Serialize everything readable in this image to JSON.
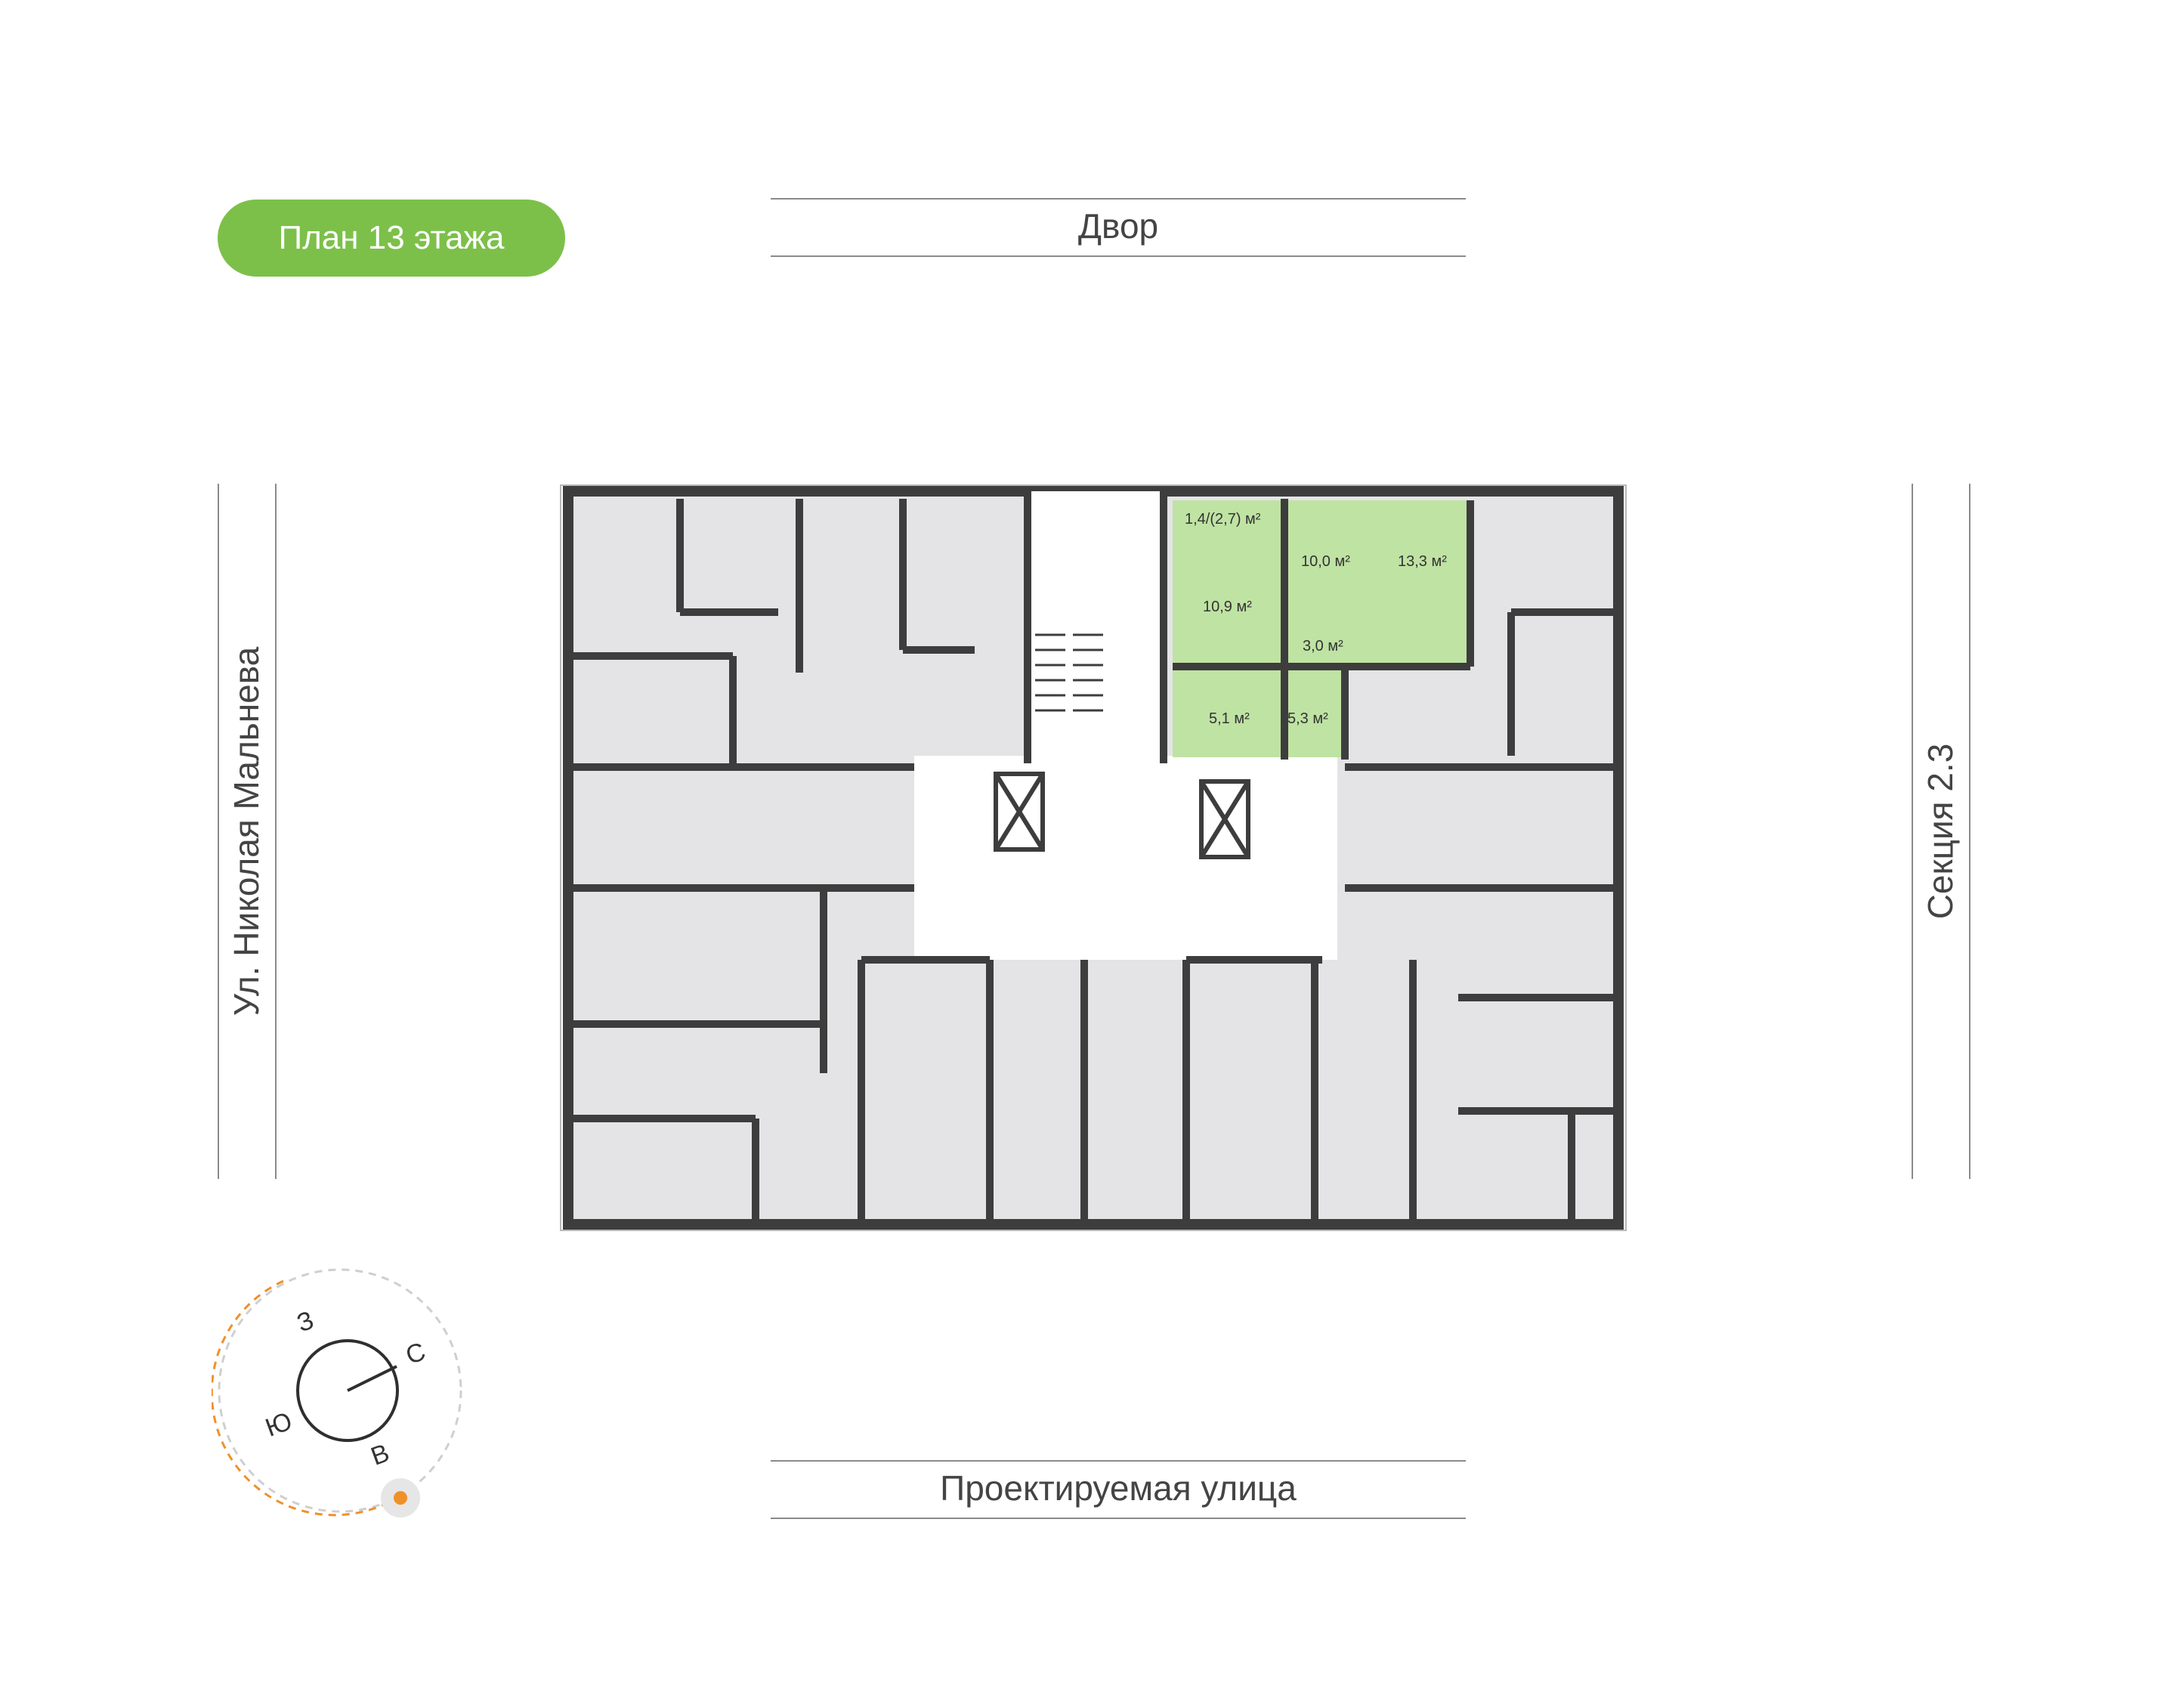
{
  "floor_badge": {
    "label": "План 13 этажа",
    "color": "#7cc04a"
  },
  "streets": {
    "top": "Двор",
    "bottom": "Проектируемая улица",
    "left": "Ул. Николая Мальнева",
    "right": "Секция 2.3"
  },
  "apartment": {
    "highlight_color": "#bfe3a3",
    "rooms": [
      {
        "label": "1,4/(2,7) м²"
      },
      {
        "label": "10,0 м²"
      },
      {
        "label": "13,3 м²"
      },
      {
        "label": "10,9 м²"
      },
      {
        "label": "3,0 м²"
      },
      {
        "label": "5,1 м²"
      },
      {
        "label": "5,3 м²"
      }
    ]
  },
  "compass": {
    "north": "С",
    "south": "Ю",
    "east": "В",
    "west": "З",
    "sun_color": "#f0902a"
  },
  "colors": {
    "wall": "#3d3d3d",
    "room": "#e4e4e6",
    "core": "#ffffff"
  }
}
